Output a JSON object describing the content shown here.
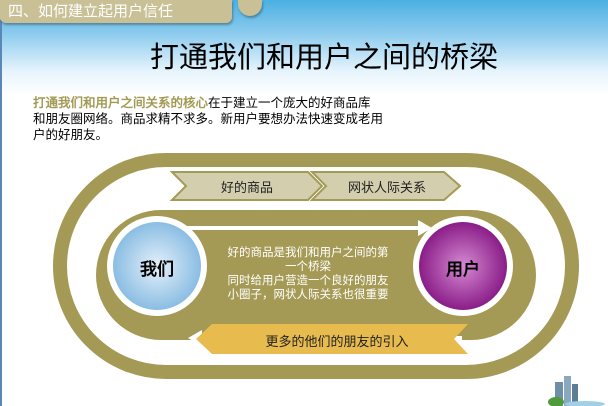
{
  "header": {
    "section_tab": "四、如何建立起用户信任",
    "title": "打通我们和用户之间的桥梁"
  },
  "intro": {
    "highlight": "打通我们和用户之间关系的核心",
    "text": "在于建立一个庞大的好商品库和朋友圈网络。商品求精不求多。新用户要想办法快速变成老用户的好朋友。"
  },
  "diagram": {
    "top_steps": [
      "好的商品",
      "网状人际关系"
    ],
    "left_circle": "我们",
    "right_circle": "用户",
    "center_lines": [
      "好的商品是我们和用户之间的第一个桥梁",
      "同时给用户营造一个良好的朋友小圈子，网状人际关系也很重要"
    ],
    "bottom_step": "更多的他们的朋友的引入",
    "colors": {
      "ring": "#a59a55",
      "chevron": "#d3ceae",
      "bottom": "#e8bb4f",
      "left_circle": "#8fc0e4",
      "right_circle": "#9a2a98"
    }
  }
}
